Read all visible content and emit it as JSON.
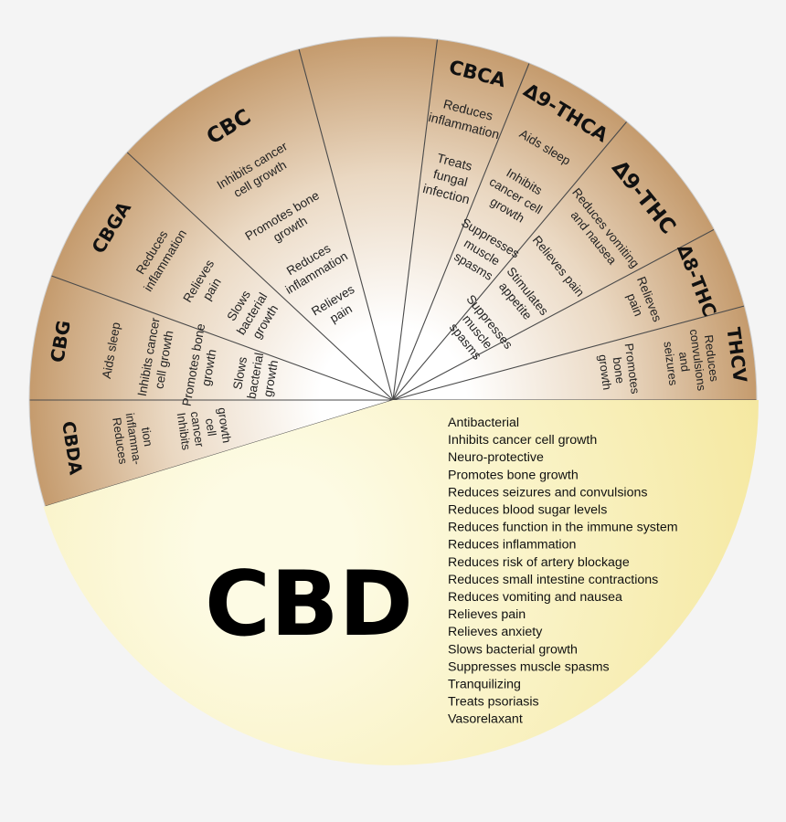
{
  "colors": {
    "background": "#f4f4f4",
    "segment_dark": "#c49a6c",
    "segment_light": "#ffffff",
    "cbd_light": "#fdfbe4",
    "cbd_dark": "#f5e8a0",
    "divider": "#4a4a4a"
  },
  "segments": [
    {
      "id": "cbca",
      "title": "CBCA",
      "start": 277,
      "end": 292,
      "items": [
        [
          "Reduces",
          "inflammation"
        ],
        [
          "Treats",
          "fungal",
          "infection"
        ]
      ]
    },
    {
      "id": "d9thca",
      "title": "Δ9-THCA",
      "start": 292,
      "end": 310,
      "items": [
        [
          "Aids sleep"
        ],
        [
          "Inhibits",
          "cancer cell",
          "growth"
        ],
        [
          "Suppresses",
          "muscle",
          "spasms"
        ]
      ]
    },
    {
      "id": "d9thc",
      "title": "Δ9-THC",
      "start": 310,
      "end": 332,
      "items": [
        [
          "Reduces vomiting",
          "and nausea"
        ],
        [
          "Relieves pain"
        ],
        [
          "Stimulates",
          "appetite"
        ],
        [
          "Suppresses",
          "muscle",
          "spasms"
        ]
      ]
    },
    {
      "id": "d8thc",
      "title": "Δ8-THC",
      "start": 332,
      "end": 345,
      "items": [
        [
          "Relieves",
          "pain"
        ]
      ]
    },
    {
      "id": "thcv",
      "title": "THCV",
      "start": 345,
      "end": 360,
      "items": [
        [
          "Reduces",
          "convulsions",
          "and",
          "seizures"
        ],
        [
          "Promotes",
          "bone",
          "growth"
        ]
      ]
    },
    {
      "id": "cbda",
      "title": "CBDA",
      "start": 163,
      "end": 180,
      "items": [
        [
          "Reduces",
          "inflamma-",
          "tion"
        ],
        [
          "Inhibits",
          "cancer",
          "cell",
          "growth"
        ]
      ]
    },
    {
      "id": "cbg",
      "title": "CBG",
      "start": 180,
      "end": 200,
      "items": [
        [
          "Aids sleep"
        ],
        [
          "Inhibits cancer",
          "cell growth"
        ],
        [
          "Promotes bone",
          "growth"
        ],
        [
          "Slows",
          "bacterial",
          "growth"
        ]
      ]
    },
    {
      "id": "cbga",
      "title": "CBGA",
      "start": 200,
      "end": 223,
      "items": [
        [
          "Reduces",
          "inflammation"
        ],
        [
          "Relieves",
          "pain"
        ],
        [
          "Slows",
          "bacterial",
          "growth"
        ]
      ]
    },
    {
      "id": "cbc",
      "title": "CBC",
      "start": 223,
      "end": 255,
      "items": [
        [
          "Inhibits cancer",
          "cell growth"
        ],
        [
          "Promotes bone",
          "growth"
        ],
        [
          "Reduces",
          "inflammation"
        ],
        [
          "Relieves",
          "pain"
        ]
      ]
    },
    {
      "id": "blank",
      "title": "",
      "start": 255,
      "end": 277,
      "items": []
    }
  ],
  "cbd": {
    "title": "CBD",
    "items": [
      "Antibacterial",
      "Inhibits cancer cell growth",
      "Neuro-protective",
      "Promotes bone growth",
      "Reduces seizures and convulsions",
      "Reduces blood sugar levels",
      "Reduces function in the immune system",
      "Reduces inflammation",
      "Reduces risk of artery blockage",
      "Reduces small intestine contractions",
      "Reduces vomiting and nausea",
      "Relieves pain",
      "Relieves anxiety",
      "Slows bacterial growth",
      "Suppresses muscle spasms",
      "Tranquilizing",
      "Treats psoriasis",
      "Vasorelaxant"
    ]
  }
}
